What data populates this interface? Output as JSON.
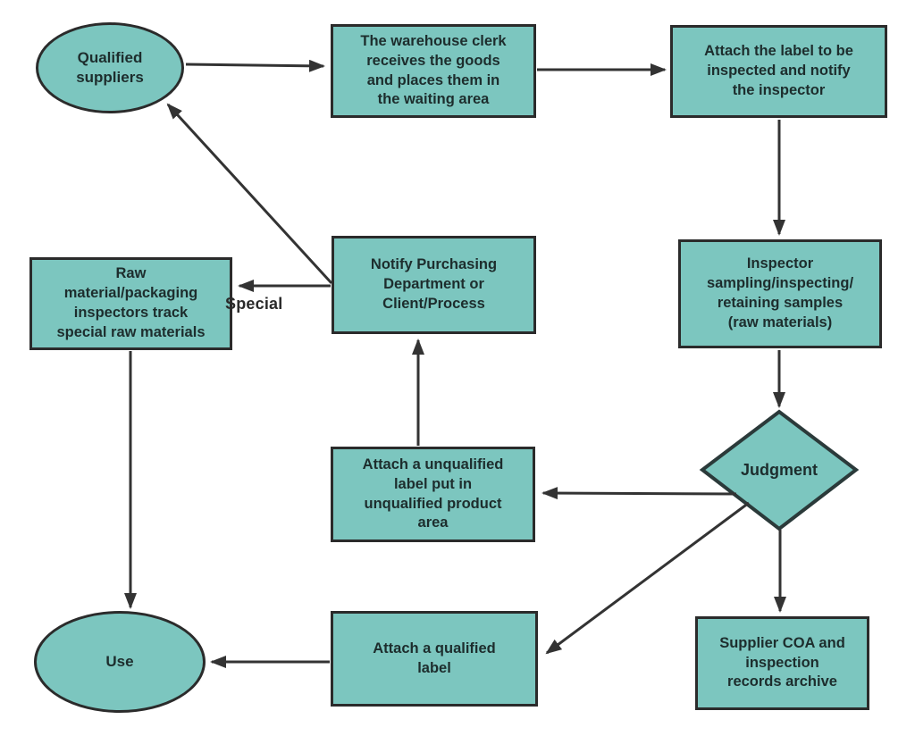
{
  "diagram": {
    "type": "flowchart",
    "background": "#ffffff",
    "colors": {
      "node_fill": "#7cc6bf",
      "node_border": "#2b2b2b",
      "arrow": "#333333",
      "text": "#1d2d2d"
    },
    "nodes": {
      "qualified_suppliers": {
        "shape": "ellipse",
        "label": [
          "Qualified",
          "suppliers"
        ]
      },
      "warehouse_clerk": {
        "shape": "rect",
        "label": [
          "The warehouse clerk",
          "receives the goods",
          "and places them in",
          "the waiting area"
        ]
      },
      "attach_inspect_label": {
        "shape": "rect",
        "label": [
          "Attach the label to be",
          "inspected and notify",
          "the inspector"
        ]
      },
      "inspector_sampling": {
        "shape": "rect",
        "label": [
          "Inspector",
          "sampling/inspecting/",
          "retaining samples",
          "(raw materials)"
        ]
      },
      "judgment": {
        "shape": "diamond",
        "label": "Judgment"
      },
      "supplier_coa": {
        "shape": "rect",
        "label": [
          "Supplier COA and",
          "inspection",
          "records archive"
        ]
      },
      "unqualified_label": {
        "shape": "rect",
        "label": [
          "Attach a unqualified",
          "label put in",
          "unqualified product",
          "area"
        ]
      },
      "notify_purchasing": {
        "shape": "rect",
        "label": [
          "Notify Purchasing",
          "Department or",
          "Client/Process"
        ]
      },
      "raw_material_inspectors": {
        "shape": "rect",
        "label": [
          "Raw",
          "material/packaging",
          "inspectors track",
          "special raw materials"
        ]
      },
      "use": {
        "shape": "ellipse",
        "label": "Use"
      },
      "qualified_label": {
        "shape": "rect",
        "label": [
          "Attach a qualified",
          "label"
        ]
      }
    },
    "edges": {
      "special_label": "Special",
      "list": [
        {
          "from": "qualified_suppliers",
          "to": "warehouse_clerk"
        },
        {
          "from": "warehouse_clerk",
          "to": "attach_inspect_label"
        },
        {
          "from": "attach_inspect_label",
          "to": "inspector_sampling"
        },
        {
          "from": "inspector_sampling",
          "to": "judgment"
        },
        {
          "from": "judgment",
          "to": "supplier_coa"
        },
        {
          "from": "judgment",
          "to": "unqualified_label"
        },
        {
          "from": "judgment",
          "to": "qualified_label"
        },
        {
          "from": "unqualified_label",
          "to": "notify_purchasing"
        },
        {
          "from": "notify_purchasing",
          "to": "raw_material_inspectors",
          "label": "Special"
        },
        {
          "from": "notify_purchasing",
          "to": "qualified_suppliers"
        },
        {
          "from": "raw_material_inspectors",
          "to": "use"
        },
        {
          "from": "qualified_label",
          "to": "use"
        }
      ]
    }
  }
}
